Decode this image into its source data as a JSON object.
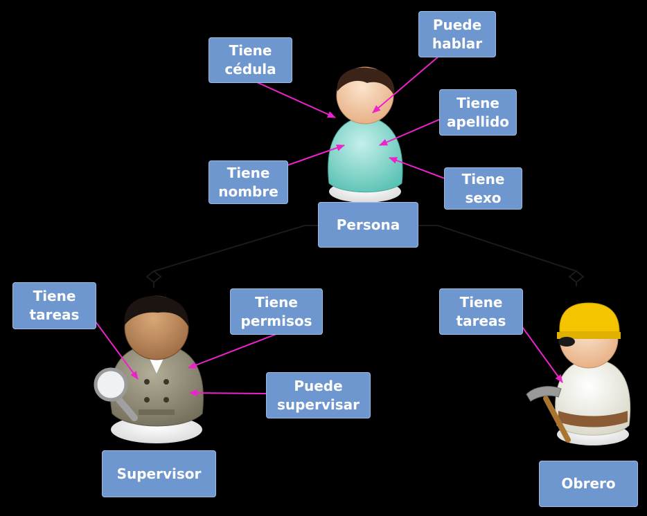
{
  "colors": {
    "background": "#000000",
    "box_fill": "#6f97cf",
    "box_text": "#ffffff",
    "arrow": "#ee22cc",
    "connector": "#000000",
    "persona_body": "#7fd3c7",
    "supervisor_body": "#8f8a74",
    "obrero_body": "#f2f2ea",
    "helmet": "#f5c400"
  },
  "classes": {
    "persona": {
      "label": "Persona",
      "attributes": [
        {
          "line1": "Tiene",
          "line2": "cédula"
        },
        {
          "line1": "Puede",
          "line2": "hablar"
        },
        {
          "line1": "Tiene",
          "line2": "apellido"
        },
        {
          "line1": "Tiene",
          "line2": "nombre"
        },
        {
          "line1": "Tiene",
          "line2": "sexo"
        }
      ]
    },
    "supervisor": {
      "label": "Supervisor",
      "attributes": [
        {
          "line1": "Tiene",
          "line2": "tareas"
        },
        {
          "line1": "Tiene",
          "line2": "permisos"
        },
        {
          "line1": "Puede",
          "line2": "supervisar"
        }
      ]
    },
    "obrero": {
      "label": "Obrero",
      "attributes": [
        {
          "line1": "Tiene",
          "line2": "tareas"
        }
      ]
    }
  },
  "icons": {
    "persona": "person-icon",
    "supervisor": "detective-person-icon",
    "obrero": "construction-worker-icon",
    "magnifier": "magnifying-glass-icon",
    "hammer": "hammer-icon"
  }
}
